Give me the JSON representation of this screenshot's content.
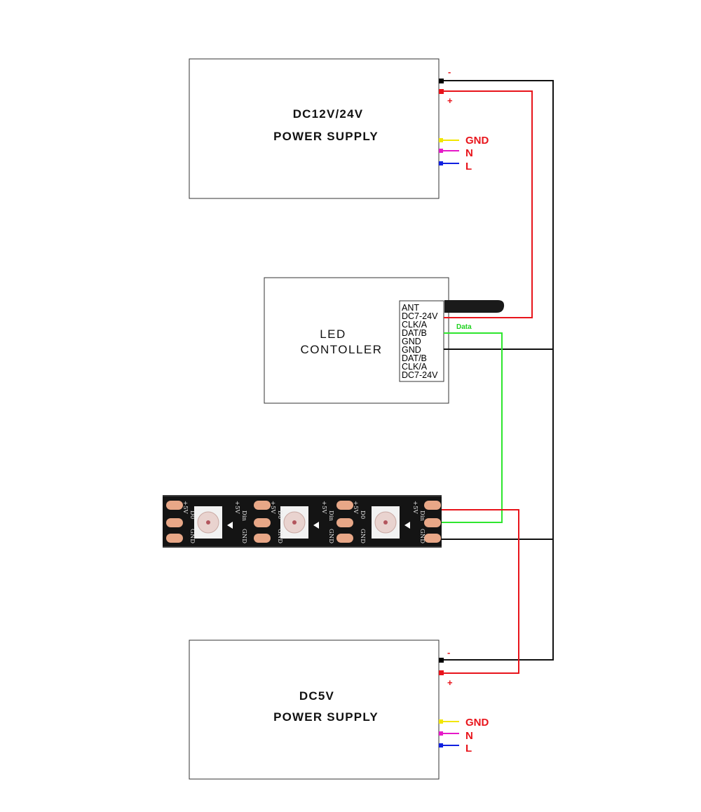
{
  "colors": {
    "wire_negative": "#111111",
    "wire_positive": "#e8141b",
    "wire_data": "#2ee62e",
    "gnd_lead": "#f2e600",
    "n_lead": "#e619c8",
    "l_lead": "#1020e0",
    "strip_body": "#141414",
    "strip_pad": "#e8a787"
  },
  "supply_top": {
    "line1": "DC12V/24V",
    "line2": "POWER SUPPLY",
    "minus": "-",
    "plus": "+",
    "gnd": "GND",
    "n": "N",
    "l": "L"
  },
  "controller": {
    "line1": "LED",
    "line2": "CONTOLLER",
    "pins": [
      "ANT",
      "DC7-24V",
      "CLK/A",
      "DAT/B",
      "GND",
      "GND",
      "DAT/B",
      "CLK/A",
      "DC7-24V"
    ],
    "data_label": "Data"
  },
  "strip": {
    "pin_labels": {
      "v5": "+5V",
      "din": "Din",
      "do": "D0",
      "gnd": "GND"
    }
  },
  "supply_bottom": {
    "line1": "DC5V",
    "line2": "POWER SUPPLY",
    "minus": "-",
    "plus": "+",
    "gnd": "GND",
    "n": "N",
    "l": "L"
  }
}
